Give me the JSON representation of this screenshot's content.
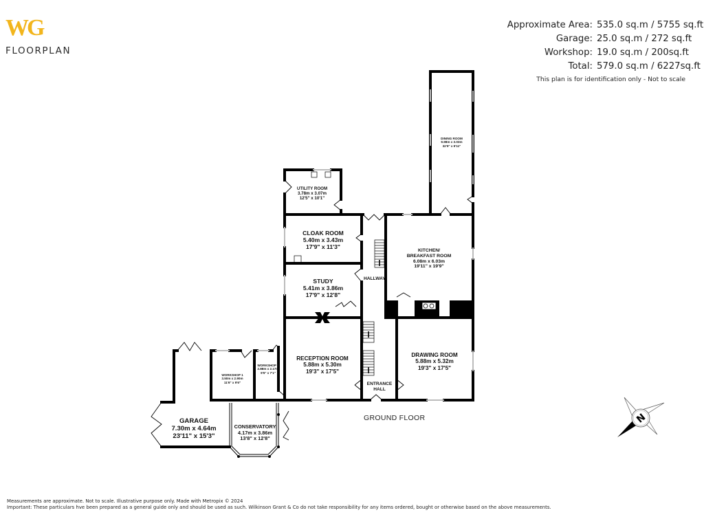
{
  "brand": {
    "logo_mark": "WG",
    "logo_subtitle": "FLOORPLAN",
    "accent_color": "#f2b51c"
  },
  "areas": [
    {
      "label": "Approximate Area:",
      "value": "535.0 sq.m / 5755 sq.ft"
    },
    {
      "label": "Garage:",
      "value": "25.0 sq.m / 272 sq.ft"
    },
    {
      "label": "Workshop:",
      "value": "19.0 sq.m / 200sq.ft"
    },
    {
      "label": "Total:",
      "value": "579.0 sq.m / 6227sq.ft"
    }
  ],
  "plan_note": "This plan is for identification only - Not to scale",
  "floor_title": "GROUND FLOOR",
  "rooms": {
    "dining": {
      "name": "DINING ROOM",
      "metric": "9.98m  x 3.03m",
      "imperial": "32'9\"  x 9'11\""
    },
    "utility": {
      "name": "UTILITY ROOM",
      "metric": "3.78m  x 3.07m",
      "imperial": "12'5\"  x 10'1\""
    },
    "cloak": {
      "name": "CLOAK ROOM",
      "metric": "5.40m  x 3.43m",
      "imperial": "17'9\"  x 11'3\""
    },
    "study": {
      "name": "STUDY",
      "metric": "5.41m  x 3.86m",
      "imperial": "17'9\"  x 12'8\""
    },
    "kitchen": {
      "name": "KITCHEN/",
      "name2": "BREAKFAST ROOM",
      "metric": "6.08m  x 6.03m",
      "imperial": "19'11\"  x 19'9\""
    },
    "hallway": {
      "name": "HALLWAY"
    },
    "reception": {
      "name": "RECEPTION ROOM",
      "metric": "5.88m  x 5.30m",
      "imperial": "19'3\"  x 17'5\""
    },
    "entrance": {
      "name": "ENTRANCE",
      "name2": "HALL"
    },
    "drawing": {
      "name": "DRAWING ROOM",
      "metric": "5.88m  x 5.32m",
      "imperial": "19'3\"  x 17'5\""
    },
    "workshop1": {
      "name": "WORKSHOP 1",
      "metric": "3.50m  x 2.90m",
      "imperial": "11'6\"  x 9'6\""
    },
    "workshop2": {
      "name": "WORKSHOP 2",
      "metric": "2.88m  x 2.17m",
      "imperial": "9'5\"  x 7'1\""
    },
    "garage": {
      "name": "GARAGE",
      "metric": "7.30m  x 4.64m",
      "imperial": "23'11\"  x 15'3\""
    },
    "conservatory": {
      "name": "CONSERVATORY",
      "metric": "4.17m  x 3.86m",
      "imperial": "13'8\"  x 12'8\""
    }
  },
  "compass": {
    "label": "N",
    "icon": "compass-north-icon"
  },
  "footer": {
    "line1": "Measurements are approximate.  Not to scale. Illustrative purpose only. Made with Metropix © 2024",
    "line2": "Important: These particulars hve been prepared as a general guide only and should be used as such. Wilkinson Grant & Co do not take responsibility for any items ordered, bought or otherwise based on the above measurements."
  }
}
